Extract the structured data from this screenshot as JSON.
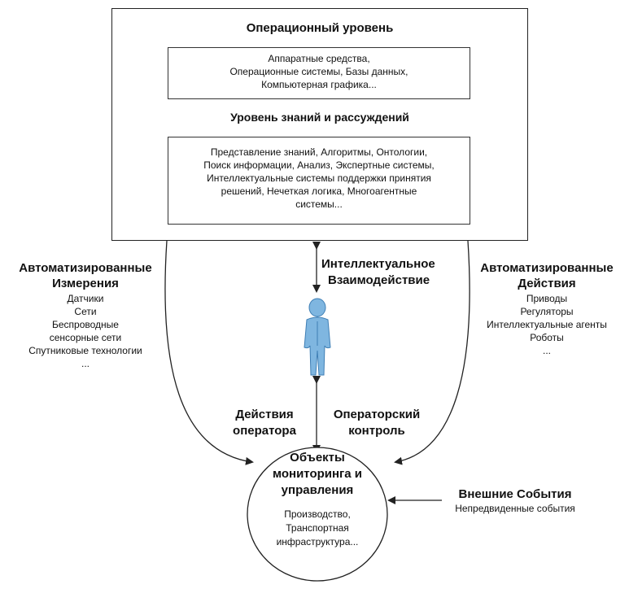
{
  "operational_level": {
    "title": "Операционный уровень",
    "items": [
      "Аппаратные средства,",
      "Операционные системы, Базы данных,",
      "Компьютерная графика..."
    ]
  },
  "knowledge_level": {
    "title": "Уровень знаний и рассуждений",
    "items": [
      "Представление знаний, Алгоритмы, Онтологии,",
      "Поиск информации, Анализ, Экспертные системы,",
      "Интеллектуальные системы поддержки принятия",
      "решений, Нечеткая логика, Многоагентные",
      "системы..."
    ]
  },
  "interaction": {
    "line1": "Интеллектуальное",
    "line2": "Взаимодействие"
  },
  "auto_measurements": {
    "title1": "Автоматизированные",
    "title2": "Измерения",
    "items": [
      "Датчики",
      "Сети",
      "Беспроводные",
      "сенсорные сети",
      "Спутниковые технологии",
      "..."
    ]
  },
  "auto_actions": {
    "title1": "Автоматизированные",
    "title2": "Действия",
    "items": [
      "Приводы",
      "Регуляторы",
      "Интеллектуальные агенты",
      "Роботы",
      "..."
    ]
  },
  "operator_actions": {
    "line1": "Действия",
    "line2": "оператора"
  },
  "operator_control": {
    "line1": "Операторский",
    "line2": "контроль"
  },
  "objects": {
    "title": [
      "Объекты",
      "мониторинга и",
      "управления"
    ],
    "items": [
      "Производство,",
      "Транспортная",
      "инфраструктура..."
    ]
  },
  "external_events": {
    "title": "Внешние События",
    "subtitle": "Непредвиденные события"
  },
  "colors": {
    "person_body": "#7fb6e0",
    "person_shadow": "#3f7fb5",
    "line": "#222222"
  },
  "icons": {
    "person": "operator-person-icon"
  }
}
